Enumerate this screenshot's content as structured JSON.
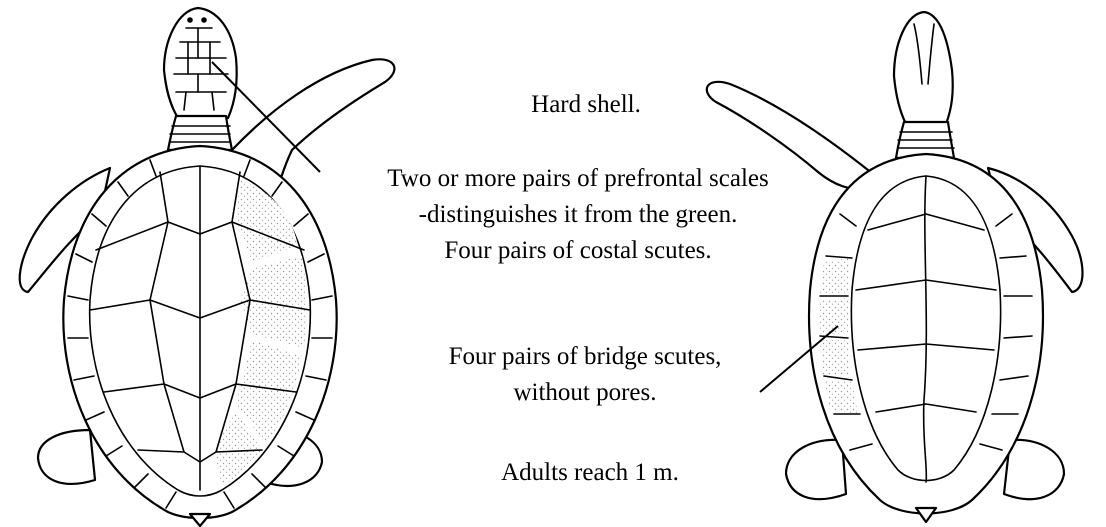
{
  "annotations": {
    "hard_shell": "Hard shell.",
    "prefrontal_line1": "Two or more pairs of prefrontal scales",
    "prefrontal_line2": "-distinguishes it from the green.",
    "costal": "Four pairs of costal scutes.",
    "bridge_line1": "Four pairs of bridge scutes,",
    "bridge_line2": "without pores.",
    "adult_size": "Adults reach 1 m."
  },
  "colors": {
    "ink": "#000000",
    "paper": "#ffffff",
    "stipple": "#9a9a9a"
  }
}
